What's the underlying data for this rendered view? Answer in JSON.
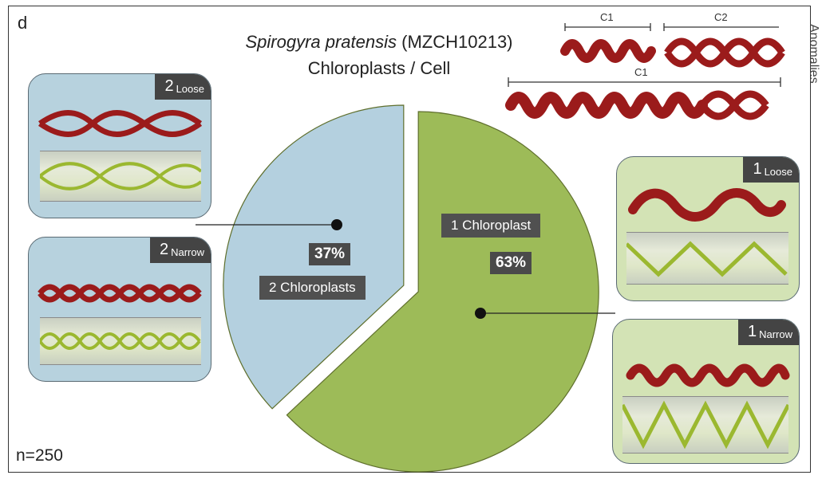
{
  "panel_letter": "d",
  "title": {
    "species_italic": "Spirogyra pratensis",
    "strain": "(MZCH10213)",
    "line2": "Chloroplasts / Cell"
  },
  "sample_size": "n=250",
  "anomalies_label": "Anomalies",
  "anomaly_brackets": [
    "C1",
    "C2",
    "C1"
  ],
  "chart_data": {
    "type": "pie",
    "title": "Spirogyra pratensis (MZCH10213) Chloroplasts / Cell",
    "slices": [
      {
        "label": "1 Chloroplast",
        "value": 63,
        "display": "63%",
        "color": "#9dbb58"
      },
      {
        "label": "2 Chloroplasts",
        "value": 37,
        "display": "37%",
        "color": "#b4d0df"
      }
    ],
    "annotations": "n=250"
  },
  "cards": [
    {
      "id": "two-loose",
      "main": "2",
      "sub": "Loose",
      "tone": "blue"
    },
    {
      "id": "two-narrow",
      "main": "2",
      "sub": "Narrow",
      "tone": "blue"
    },
    {
      "id": "one-loose",
      "main": "1",
      "sub": "Loose",
      "tone": "green"
    },
    {
      "id": "one-narrow",
      "main": "1",
      "sub": "Narrow",
      "tone": "green"
    }
  ],
  "colors": {
    "chloroplast_red": "#9b1b1b",
    "blue_card": "#b7d2de",
    "green_card": "#d3e3b5",
    "label_dark": "#4a4a4a"
  }
}
